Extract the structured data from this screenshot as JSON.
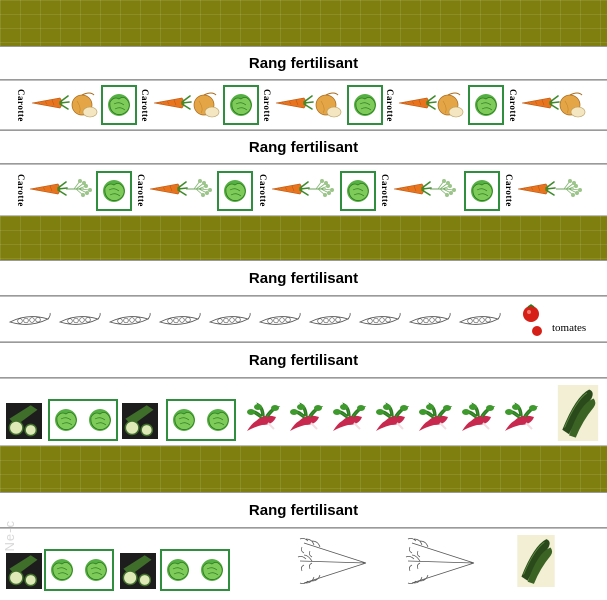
{
  "labels": {
    "row1": "Rang fertilisant",
    "row2": "Rang fertilisant",
    "row3": "Rang fertilisant",
    "row4": "Rang fertilisant",
    "row5": "Rang fertilisant"
  },
  "carrot_word": "Carotte",
  "tomato_label": "tomates",
  "watermark": "Ne-c",
  "colors": {
    "path": "#7f7f10",
    "lettuce_frame": "#2f8f3e",
    "carrot": "#e8741e",
    "onion": "#e3a545",
    "radish": "#c8284e",
    "tomato": "#d61f16",
    "zucchini": "#2a4a1c"
  },
  "icons": [
    "carrot-icon",
    "onion-icon",
    "lettuce-icon",
    "dill-icon",
    "pea-pod-icon",
    "tomato-icon",
    "zucchini-icon",
    "radish-icon",
    "cucumber-slice-icon",
    "fennel-icon"
  ]
}
